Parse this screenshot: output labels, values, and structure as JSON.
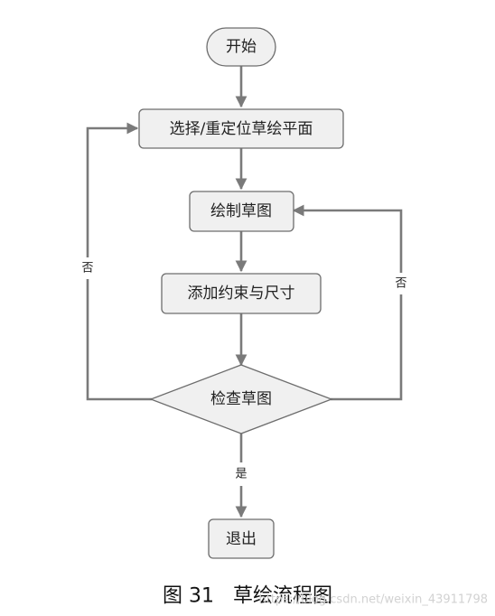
{
  "flowchart": {
    "nodes": {
      "start": "开始",
      "select_plane": "选择/重定位草绘平面",
      "draw_sketch": "绘制草图",
      "add_constraints": "添加约束与尺寸",
      "check_sketch": "检查草图",
      "exit": "退出"
    },
    "edge_labels": {
      "no_left": "否",
      "no_right": "否",
      "yes": "是"
    }
  },
  "caption": "图 31   草绘流程图",
  "watermark": "https://blog.csdn.net/weixin_43911798",
  "colors": {
    "node_fill": "#f0f0f0",
    "node_stroke": "#6d6d6d",
    "edge": "#7a7a7a"
  }
}
